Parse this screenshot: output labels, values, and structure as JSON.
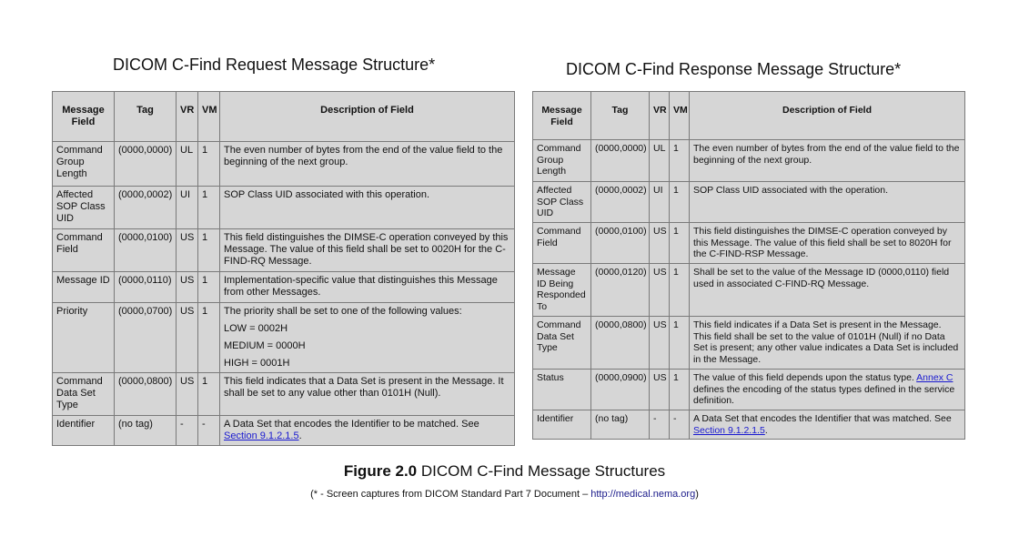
{
  "left": {
    "title": "DICOM C-Find Request Message Structure*",
    "headers": [
      "Message Field",
      "Tag",
      "VR",
      "VM",
      "Description of Field"
    ],
    "rows": [
      {
        "field": "Command Group Length",
        "tag": "(0000,0000)",
        "vr": "UL",
        "vm": "1",
        "desc": [
          "The even number of bytes from the end of the value field to the beginning of the next group."
        ]
      },
      {
        "field": "Affected SOP Class UID",
        "tag": "(0000,0002)",
        "vr": "UI",
        "vm": "1",
        "desc": [
          "SOP Class UID associated with this operation."
        ]
      },
      {
        "field": "Command Field",
        "tag": "(0000,0100)",
        "vr": "US",
        "vm": "1",
        "desc": [
          "This field distinguishes the DIMSE-C operation conveyed by this Message. The value of this field shall be set to 0020H for the C-FIND-RQ Message."
        ]
      },
      {
        "field": "Message ID",
        "tag": "(0000,0110)",
        "vr": "US",
        "vm": "1",
        "desc": [
          "Implementation-specific value that distinguishes this Message from other Messages."
        ]
      },
      {
        "field": "Priority",
        "tag": "(0000,0700)",
        "vr": "US",
        "vm": "1",
        "desc": [
          "The priority shall be set to one of the following values:",
          "LOW = 0002H",
          "MEDIUM = 0000H",
          "HIGH = 0001H"
        ]
      },
      {
        "field": "Command Data Set Type",
        "tag": "(0000,0800)",
        "vr": "US",
        "vm": "1",
        "desc": [
          "This field indicates that a Data Set is present in the Message. It shall be set to any value other than 0101H (Null)."
        ]
      },
      {
        "field": "Identifier",
        "tag": "(no tag)",
        "vr": "-",
        "vm": "-",
        "desc_text": "A Data Set that encodes the Identifier to be matched. See ",
        "desc_link": "Section 9.1.2.1.5",
        "desc_after": "."
      }
    ]
  },
  "right": {
    "title": "DICOM C-Find Response Message Structure*",
    "headers": [
      "Message Field",
      "Tag",
      "VR",
      "VM",
      "Description of Field"
    ],
    "rows": [
      {
        "field": "Command Group Length",
        "tag": "(0000,0000)",
        "vr": "UL",
        "vm": "1",
        "desc": "The even number of bytes from the end of the value field to the beginning of the next group."
      },
      {
        "field": "Affected SOP Class UID",
        "tag": "(0000,0002)",
        "vr": "UI",
        "vm": "1",
        "desc": "SOP Class UID associated with the operation."
      },
      {
        "field": "Command Field",
        "tag": "(0000,0100)",
        "vr": "US",
        "vm": "1",
        "desc": "This field distinguishes the DIMSE-C operation conveyed by this Message. The value of this field shall be set to 8020H for the C-FIND-RSP Message."
      },
      {
        "field": "Message ID Being Responded To",
        "tag": "(0000,0120)",
        "vr": "US",
        "vm": "1",
        "desc": "Shall be set to the value of the Message ID (0000,0110) field used in associated C-FIND-RQ Message."
      },
      {
        "field": "Command Data Set Type",
        "tag": "(0000,0800)",
        "vr": "US",
        "vm": "1",
        "desc": "This field indicates if a Data Set is present in the Message. This field shall be set to the value of 0101H (Null) if no Data Set is present; any other value indicates a Data Set is included in the Message."
      },
      {
        "field": "Status",
        "tag": "(0000,0900)",
        "vr": "US",
        "vm": "1",
        "desc_text": "The value of this field depends upon the status type. ",
        "desc_link": "Annex C",
        "desc_after": " defines the encoding of the status types defined in the service definition."
      },
      {
        "field": "Identifier",
        "tag": "(no tag)",
        "vr": "-",
        "vm": "-",
        "desc_text": "A Data Set that encodes the Identifier that was matched. See ",
        "desc_link": "Section 9.1.2.1.5",
        "desc_after": "."
      }
    ]
  },
  "caption": {
    "label": "Figure 2.0",
    "text": " DICOM C-Find Message Structures"
  },
  "footnote": {
    "text": "(* - Screen captures from DICOM Standard Part 7 Document – ",
    "link": "http://medical.nema.org",
    "after": ")"
  }
}
